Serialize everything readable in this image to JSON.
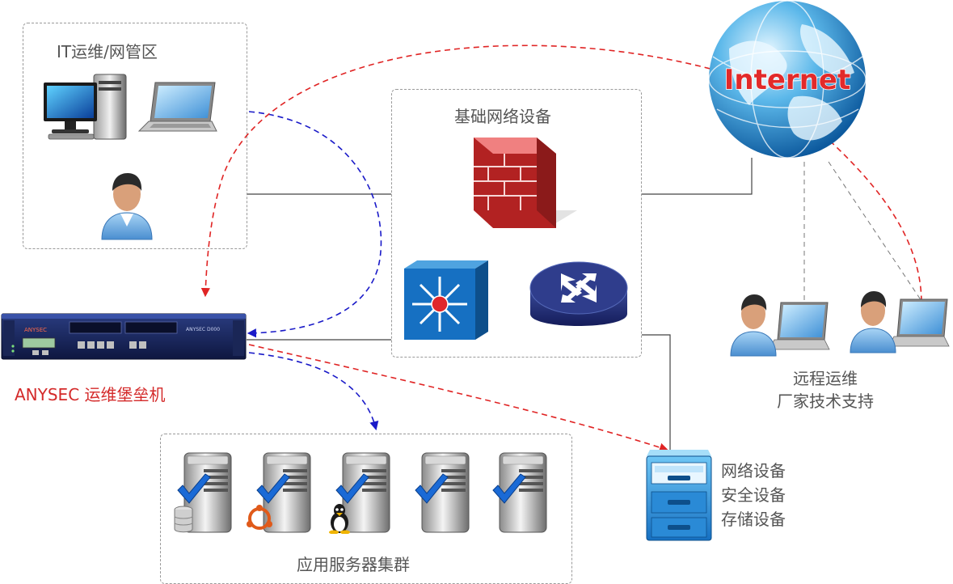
{
  "diagram": {
    "internet_label": "Internet",
    "zones": {
      "it_ops": {
        "title": "IT运维/网管区"
      },
      "base_network": {
        "title": "基础网络设备"
      },
      "server_cluster": {
        "title": "应用服务器集群"
      }
    },
    "bastion": {
      "label": "ANYSEC 运维堡垒机",
      "device_brand": "ANYSEC",
      "device_model": "ANYSEC D000"
    },
    "remote": {
      "line1": "远程运维",
      "line2": "厂家技术支持"
    },
    "devices": {
      "line1": "网络设备",
      "line2": "安全设备",
      "line3": "存储设备"
    },
    "colors": {
      "red_dashed": "#e02424",
      "blue_dashed": "#1a1ac8",
      "solid_line": "#444444",
      "bastion_label": "#d42a2a"
    }
  }
}
